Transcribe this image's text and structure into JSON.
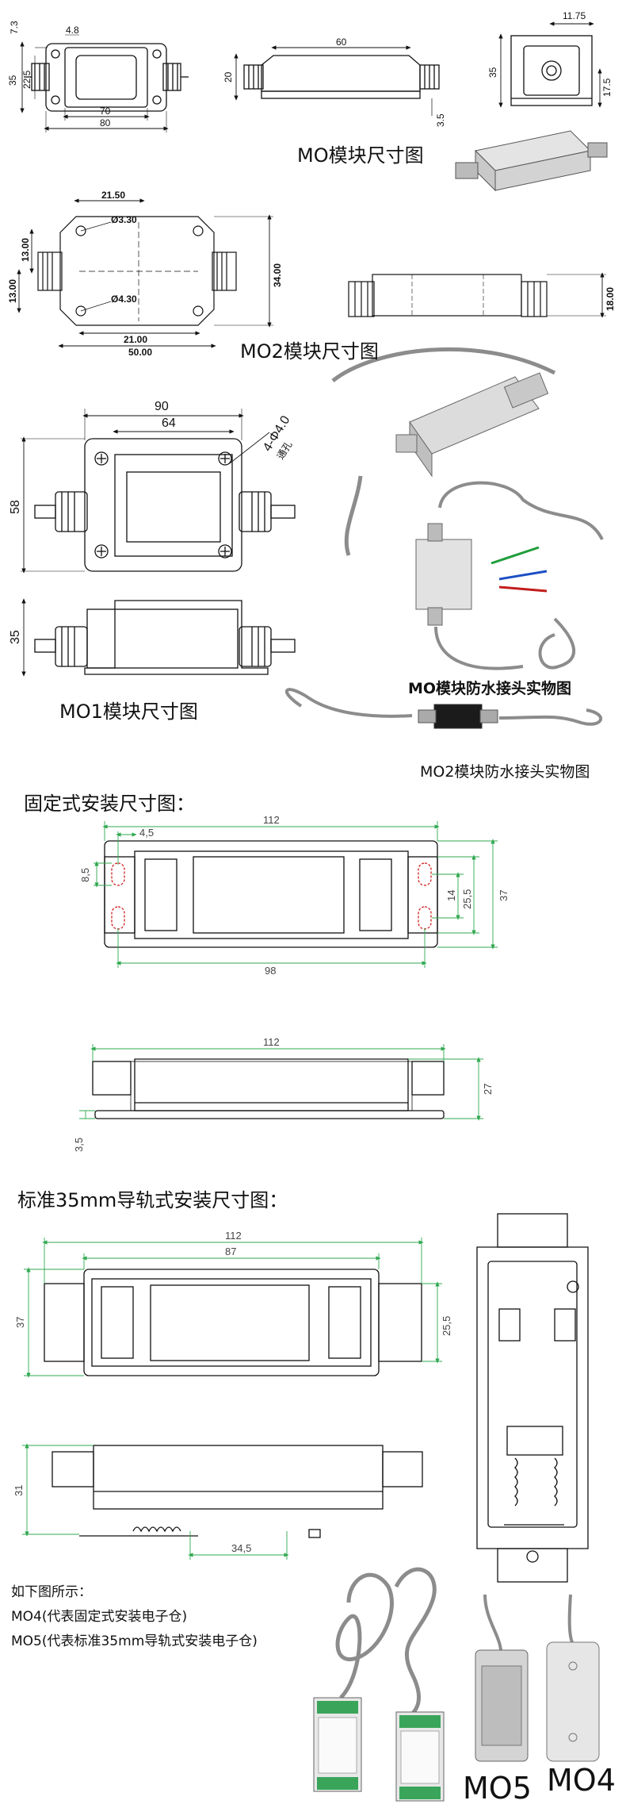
{
  "titles": {
    "mo": "MO模块尺寸图",
    "mo2": "MO2模块尺寸图",
    "mo1": "MO1模块尺寸图",
    "mo_photo": "MO模块防水接头实物图",
    "mo2_photo": "MO2模块防水接头实物图",
    "fixed": "固定式安装尺寸图：",
    "rail": "标准35mm导轨式安装尺寸图："
  },
  "notes": {
    "intro": "如下图所示：",
    "mo4": "MO4(代表固定式安装电子仓)",
    "mo5": "MO5(代表标准35mm导轨式安装电子仓)",
    "label_mo5": "MO5",
    "label_mo4": "MO4"
  },
  "dims": {
    "mo_top": {
      "d1": "7.3",
      "d2": "4.8",
      "d3": "35",
      "d4": "22.5",
      "d5": "70",
      "d6": "80"
    },
    "mo_side": {
      "d1": "60",
      "d2": "20",
      "d3": "3.5"
    },
    "mo_end": {
      "d1": "11.75",
      "d2": "35",
      "d3": "17.5"
    },
    "mo2_top": {
      "d1": "21.50",
      "d2": "Ø3.30",
      "d3": "13.00",
      "d4": "13.00",
      "d5": "Ø4.30",
      "d6": "34.00",
      "d7": "21.00",
      "d8": "50.00"
    },
    "mo2_side": {
      "d1": "18.00"
    },
    "mo1_top": {
      "d1": "90",
      "d2": "64",
      "d3": "58",
      "d4": "4-Φ4.0",
      "d5": "通孔"
    },
    "mo1_side": {
      "d1": "35"
    },
    "fixed_top": {
      "d1": "112",
      "d2": "4,5",
      "d3": "8,5",
      "d4": "14",
      "d5": "25,5",
      "d6": "37",
      "d7": "98"
    },
    "fixed_side": {
      "d1": "112",
      "d2": "27",
      "d3": "3,5"
    },
    "rail_top": {
      "d1": "112",
      "d2": "87",
      "d3": "37",
      "d4": "25,5"
    },
    "rail_side": {
      "d1": "31",
      "d2": "34,5"
    }
  },
  "colors": {
    "line": "#111111",
    "dimension_green": "#2fa84f",
    "hole_red": "#d11f1f",
    "gray_body": "#d8d8d8",
    "cable": "#8c8c8c",
    "terminal_green": "#3aa55a"
  }
}
